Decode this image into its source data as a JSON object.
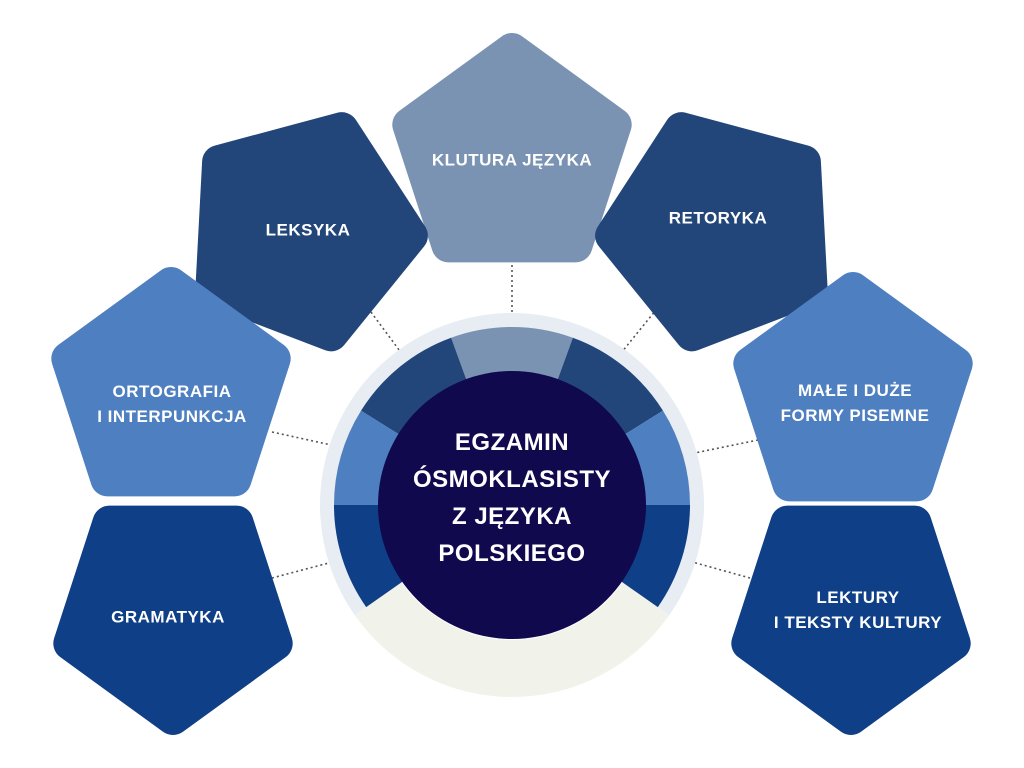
{
  "center": {
    "lines": [
      "EGZAMIN",
      "ÓSMOKLASISTY",
      "Z JĘZYKA",
      "POLSKIEGO"
    ]
  },
  "topics": [
    {
      "id": "klutura",
      "lines": [
        "KLUTURA JĘZYKA"
      ],
      "color": "#7b93b3"
    },
    {
      "id": "leksyka",
      "lines": [
        "LEKSYKA"
      ],
      "color": "#22467a"
    },
    {
      "id": "retoryka",
      "lines": [
        "RETORYKA"
      ],
      "color": "#22467a"
    },
    {
      "id": "ortografia",
      "lines": [
        "ORTOGRAFIA",
        "I INTERPUNKCJA"
      ],
      "color": "#4e7fc0"
    },
    {
      "id": "male-duze",
      "lines": [
        "MAŁE I DUŻE",
        "FORMY PISEMNE"
      ],
      "color": "#4e7fc0"
    },
    {
      "id": "gramatyka",
      "lines": [
        "GRAMATYKA"
      ],
      "color": "#0f3f86"
    },
    {
      "id": "lektury",
      "lines": [
        "LEKTURY",
        "I TEKSTY KULTURY"
      ],
      "color": "#0f3f86"
    }
  ],
  "colors": {
    "center": "#10094e",
    "ring_outer": "#e8edf3",
    "ring_bottom": "#f1f2ea",
    "connector": "#555555"
  }
}
